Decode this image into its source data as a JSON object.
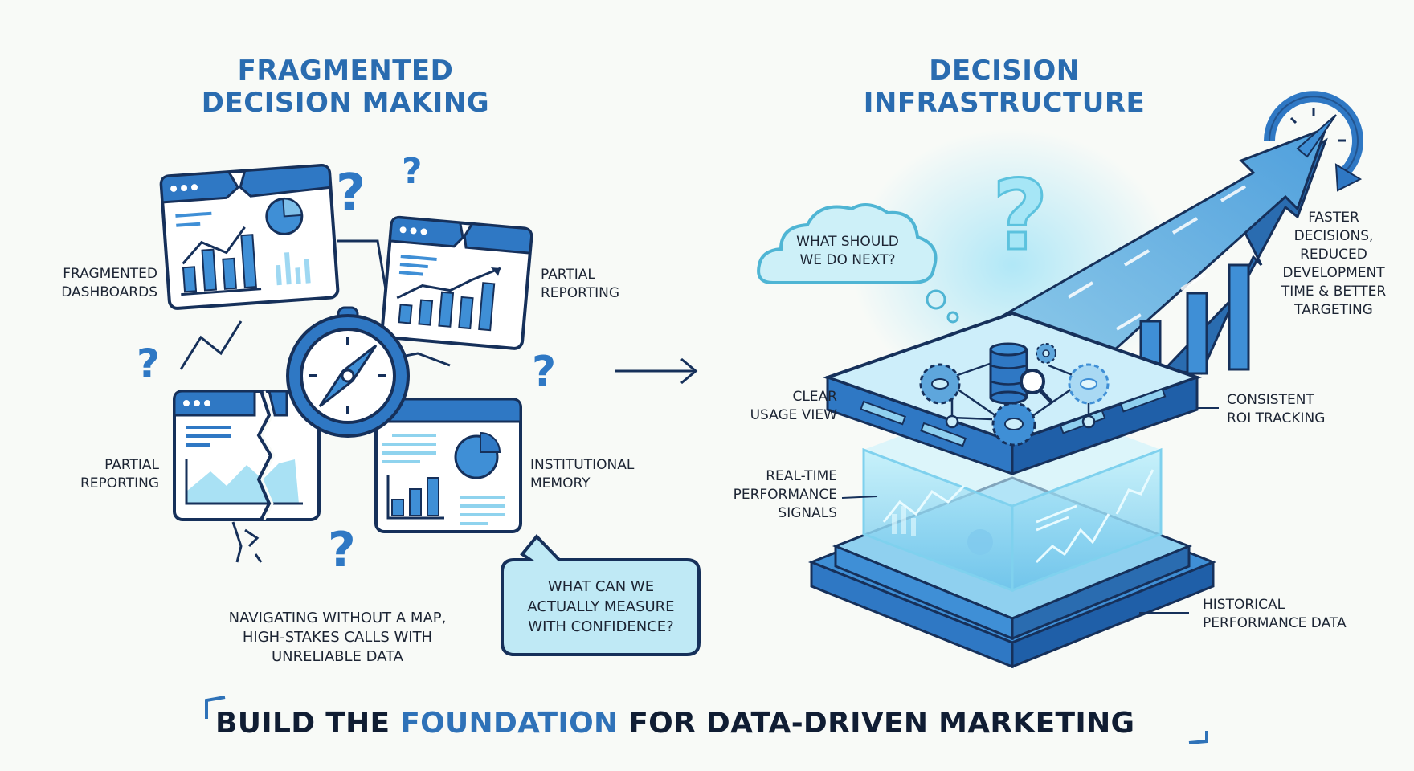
{
  "left_panel": {
    "title_line1": "FRAGMENTED",
    "title_line2": "DECISION MAKING",
    "labels": {
      "fragmented_dashboards": [
        "FRAGMENTED",
        "DASHBOARDS"
      ],
      "partial_reporting_top": [
        "PARTIAL",
        "REPORTING"
      ],
      "partial_reporting_bottom": [
        "PARTIAL",
        "REPORTING"
      ],
      "institutional_memory": [
        "INSTITUTIONAL",
        "MEMORY"
      ]
    },
    "caption": [
      "NAVIGATING WITHOUT A MAP,",
      "HIGH-STAKES CALLS WITH",
      "UNRELIABLE DATA"
    ],
    "speech_bubble": [
      "WHAT CAN WE",
      "ACTUALLY MEASURE",
      "WITH CONFIDENCE?"
    ],
    "icons": [
      "dashboard-window-icon",
      "compass-icon",
      "question-mark-icon",
      "pie-chart-icon",
      "bar-chart-icon"
    ]
  },
  "transition_arrow": "right-arrow-icon",
  "right_panel": {
    "title_line1": "DECISION",
    "title_line2": "INFRASTRUCTURE",
    "thought_cloud": [
      "WHAT SHOULD",
      "WE DO NEXT?"
    ],
    "outcome": [
      "FASTER",
      "DECISIONS,",
      "REDUCED",
      "DEVELOPMENT",
      "TIME & BETTER",
      "TARGETING"
    ],
    "labels": {
      "clear_usage_view": [
        "CLEAR",
        "USAGE VIEW"
      ],
      "real_time_signals": [
        "REAL-TIME",
        "PERFORMANCE",
        "SIGNALS"
      ],
      "consistent_roi": [
        "CONSISTENT",
        "ROI TRACKING"
      ],
      "historical_data": [
        "HISTORICAL",
        "PERFORMANCE DATA"
      ]
    },
    "icons": [
      "database-search-icon",
      "gear-icon",
      "stopwatch-icon",
      "upward-road-arrow-icon",
      "question-mark-icon"
    ]
  },
  "banner": {
    "part1": "BUILD THE ",
    "accent": "FOUNDATION",
    "part2": " FOR DATA-DRIVEN MARKETING"
  },
  "colors": {
    "primary_blue": "#2a6cb0",
    "mid_blue": "#3f8fd6",
    "light_blue": "#bfe6f5",
    "cyan_glow": "#8fdcf2",
    "outline_navy": "#16305a",
    "text_dark": "#1c2433",
    "background": "#f8faf7"
  }
}
